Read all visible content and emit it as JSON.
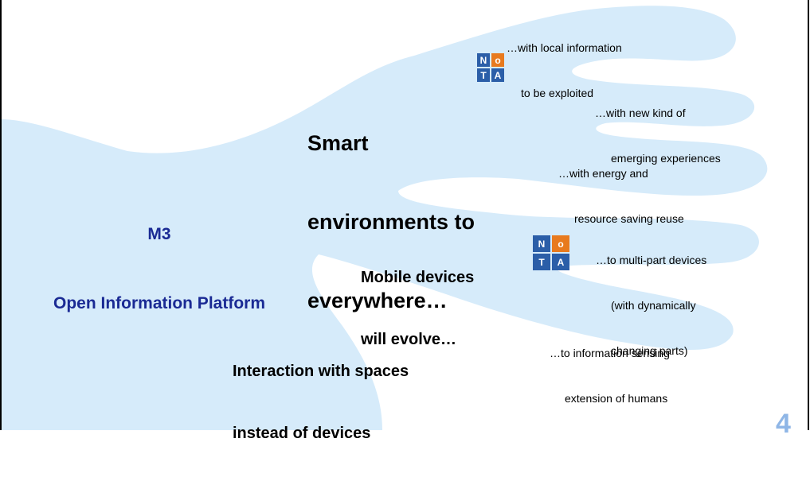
{
  "platform": {
    "line1": "M3",
    "line2": "Open Information Platform"
  },
  "branches": {
    "smart": {
      "heading_lines": [
        "Smart",
        "environments to",
        "everywhere…"
      ]
    },
    "mobile": {
      "heading_lines": [
        "Mobile devices",
        "will evolve…"
      ]
    },
    "interaction": {
      "heading_lines": [
        "Interaction with spaces",
        "instead of devices"
      ]
    }
  },
  "notes": {
    "local_info": [
      "…with local information",
      "to be exploited"
    ],
    "experiences": [
      "…with new kind of",
      "emerging experiences"
    ],
    "energy": [
      "…with energy and",
      "resource saving reuse"
    ],
    "multipart": [
      "…to multi-part devices",
      "(with dynamically",
      "changing parts)"
    ],
    "sensing": [
      "…to information sensing",
      "extension of humans"
    ]
  },
  "badge": {
    "letters": [
      "N",
      "o",
      "T",
      "A"
    ]
  },
  "page_number": "4",
  "colors": {
    "hand": "#d6ebfa",
    "platform_text": "#1a2a94",
    "page_number": "#8fb6e6"
  }
}
